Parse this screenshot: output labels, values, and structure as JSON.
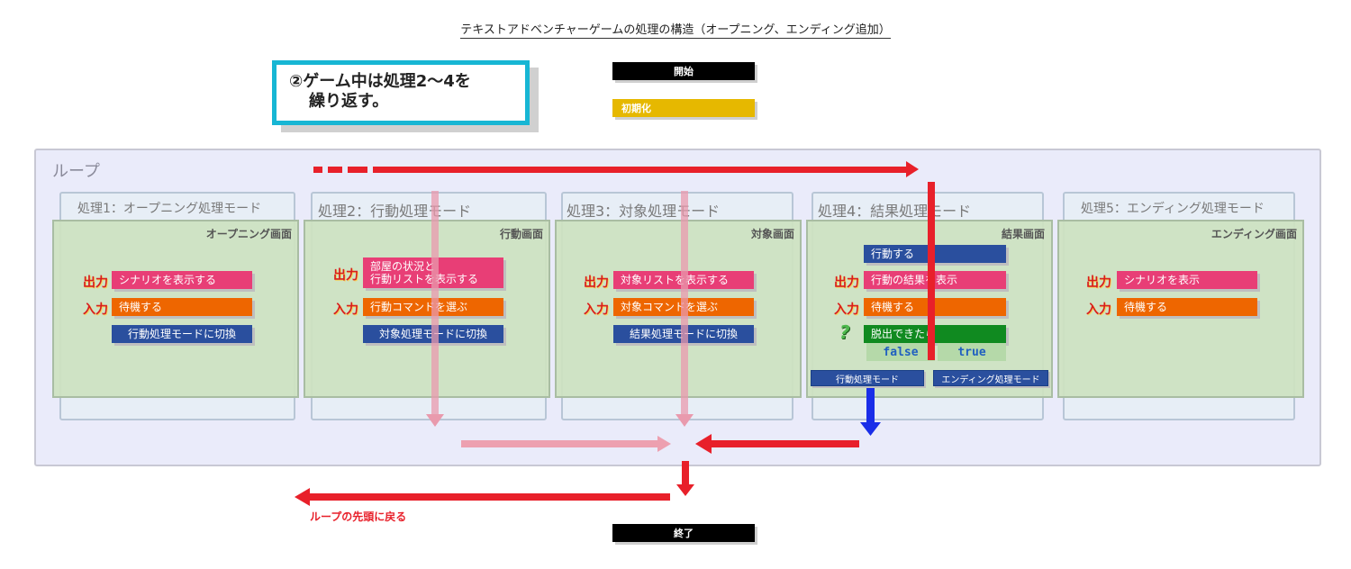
{
  "title": "テキストアドベンチャーゲームの処理の構造（オープニング、エンディング追加）",
  "note": {
    "line1": "②ゲーム中は処理2～4を",
    "line2": "繰り返す。"
  },
  "start": "開始",
  "init": "初期化",
  "loop": "ループ",
  "end": "終了",
  "loop_return": "ループの先頭に戻る",
  "tags": {
    "output": "出力",
    "input": "入力",
    "question": "?"
  },
  "processes": [
    {
      "title": "処理1：オープニング処理モード",
      "screen": "オープニング画面",
      "output": "シナリオを表示する",
      "input": "待機する",
      "switch": "行動処理モードに切換"
    },
    {
      "title": "処理2：行動処理モード",
      "screen": "行動画面",
      "output1": "部屋の状況と",
      "output2": "行動リストを表示する",
      "input": "行動コマンドを選ぶ",
      "switch": "対象処理モードに切換"
    },
    {
      "title": "処理3：対象処理モード",
      "screen": "対象画面",
      "output": "対象リストを表示する",
      "input": "対象コマンドを選ぶ",
      "switch": "結果処理モードに切換"
    },
    {
      "title": "処理4：結果処理モード",
      "screen": "結果画面",
      "action": "行動する",
      "output": "行動の結果を表示",
      "input": "待機する",
      "condition": "脱出できたら",
      "false_label": "false",
      "true_label": "true",
      "false_mode": "行動処理モード",
      "true_mode": "エンディング処理モード"
    },
    {
      "title": "処理5：エンディング処理モード",
      "screen": "エンディング画面",
      "output": "シナリオを表示",
      "input": "待機する"
    }
  ],
  "colors": {
    "accent_red": "#e8202a",
    "faded_red": "#eda0b0",
    "blue_arrow": "#1a2ee8",
    "note_border": "#17b6d4"
  }
}
